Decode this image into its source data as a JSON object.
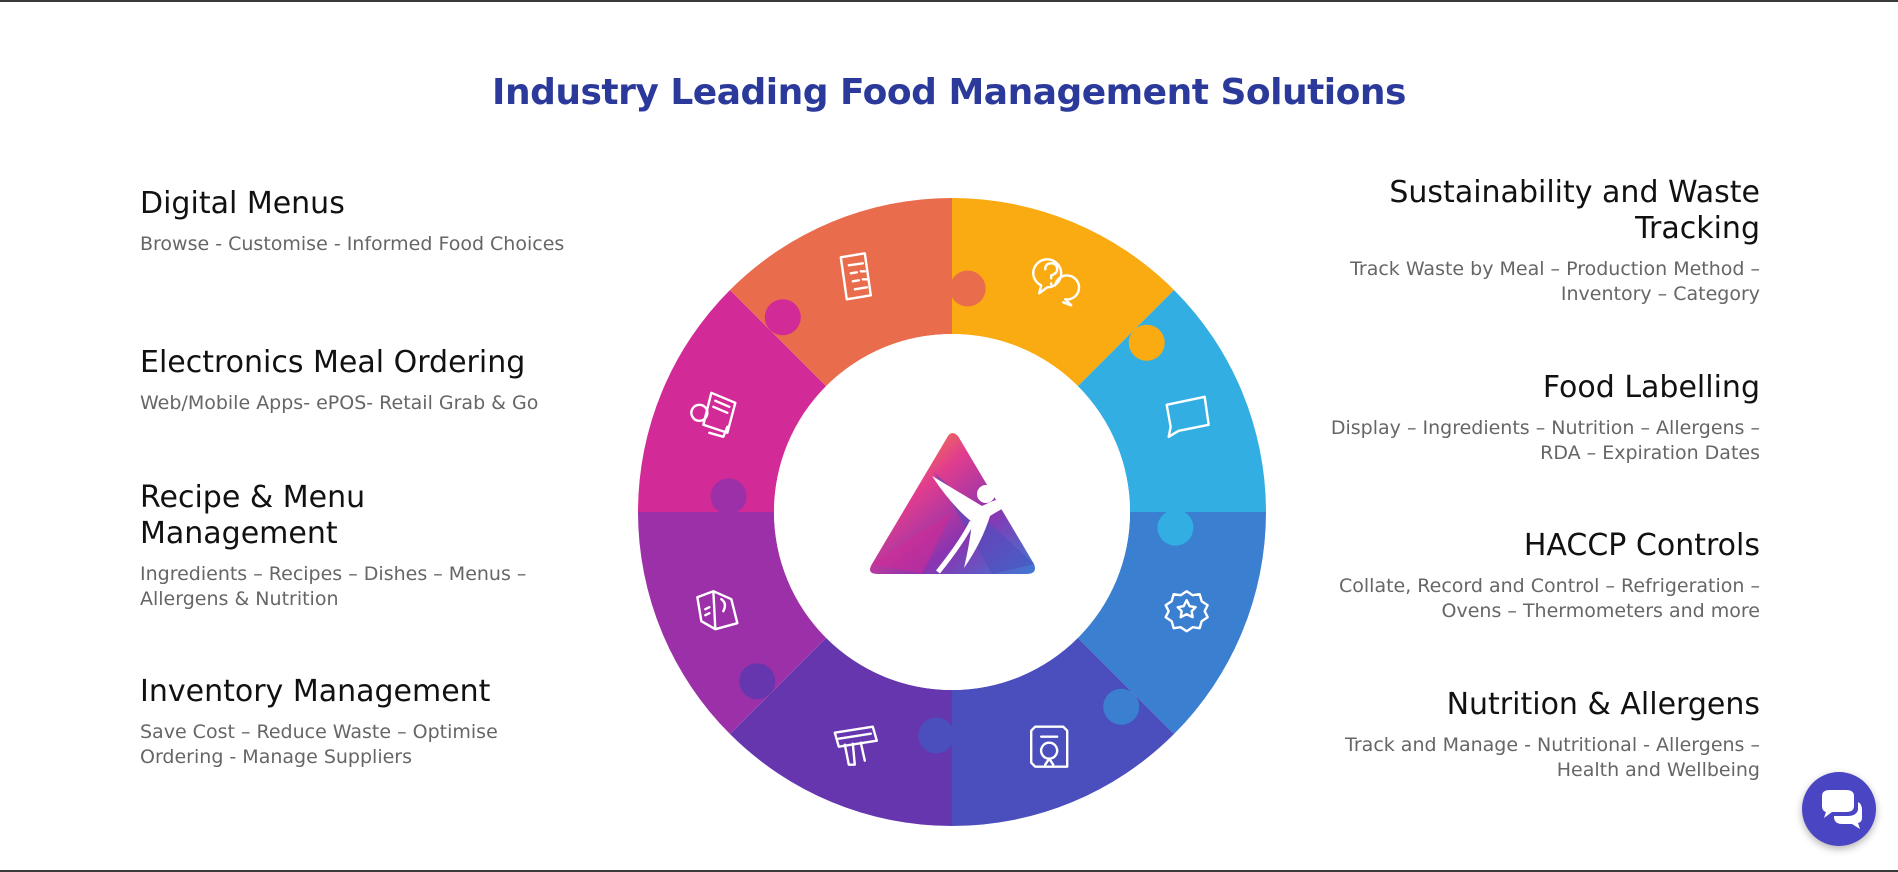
{
  "title": "Industry Leading Food Management Solutions",
  "features_left": [
    {
      "title": "Digital Menus",
      "desc": "Browse - Customise - Informed Food Choices"
    },
    {
      "title": "Electronics Meal Ordering",
      "desc": "Web/Mobile Apps- ePOS- Retail Grab & Go"
    },
    {
      "title": "Recipe & Menu Management",
      "desc": "Ingredients – Recipes – Dishes – Menus – Allergens & Nutrition"
    },
    {
      "title": "Inventory Management",
      "desc": "Save Cost – Reduce Waste – Optimise Ordering - Manage Suppliers"
    }
  ],
  "features_right": [
    {
      "title": "Sustainability and Waste Tracking",
      "desc": "Track Waste by Meal – Production Method – Inventory – Category"
    },
    {
      "title": "Food Labelling",
      "desc": "Display – Ingredients – Nutrition – Allergens – RDA – Expiration Dates"
    },
    {
      "title": "HACCP Controls",
      "desc": "Collate, Record and Control – Refrigeration – Ovens – Thermometers and more"
    },
    {
      "title": "Nutrition & Allergens",
      "desc": "Track and Manage - Nutritional - Allergens – Health and Wellbeing"
    }
  ],
  "wheel_segments": [
    {
      "color": "#fbab12",
      "icon": "help-chat-icon"
    },
    {
      "color": "#33aee3",
      "icon": "label-tag-icon"
    },
    {
      "color": "#3b7fd1",
      "icon": "certificate-badge-icon"
    },
    {
      "color": "#4a4fbd",
      "icon": "nutrition-label-icon"
    },
    {
      "color": "#6536ad",
      "icon": "inventory-scanner-icon"
    },
    {
      "color": "#9c30a8",
      "icon": "recipe-book-icon"
    },
    {
      "color": "#d22a96",
      "icon": "meal-order-icon"
    },
    {
      "color": "#e96c4c",
      "icon": "digital-menu-icon"
    }
  ],
  "colors": {
    "title": "#2b3a9a",
    "chat": "#4a46c3"
  }
}
